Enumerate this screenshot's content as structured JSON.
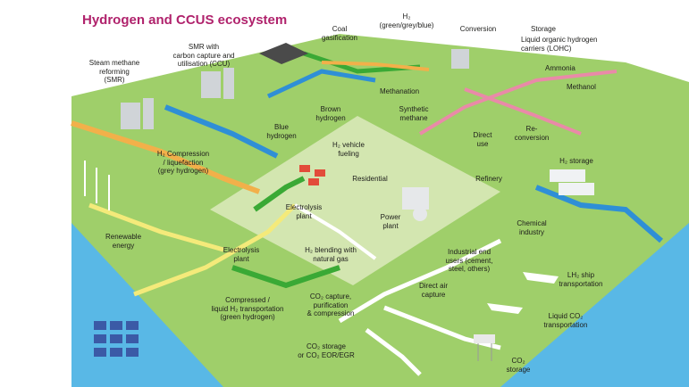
{
  "title": "Hydrogen and CCUS ecosystem",
  "colors": {
    "grass": "#9fcf6a",
    "platform": "#d8e8b8",
    "water": "#59b8e6",
    "grey_hydrogen": "#f2b04a",
    "blue_hydrogen": "#2f8fd6",
    "green_hydrogen": "#3aa935",
    "renewable": "#f4ea7a",
    "synthetic": "#e98aa8",
    "co2": "#ffffff",
    "title": "#b0226c"
  },
  "labels": {
    "smr": "Steam methane\nreforming\n(SMR)",
    "smr_ccu": "SMR with\ncarbon capture and\nutilisation (CCU)",
    "coal": "Coal\ngasification",
    "h2_types": "H₂\n(green/grey/blue)",
    "conversion": "Conversion",
    "storage": "Storage",
    "lohc": "Liquid organic hydrogen\ncarriers (LOHC)",
    "ammonia": "Ammonia",
    "methanol": "Methanol",
    "methanation": "Methanation",
    "brown": "Brown\nhydrogen",
    "blue": "Blue\nhydrogen",
    "synthetic_methane": "Synthetic\nmethane",
    "direct_use": "Direct\nuse",
    "reconversion": "Re-\nconversion",
    "compression": "H₂ Compression\n/ liquefaction\n(grey hydrogen)",
    "vehicle": "H₂ vehicle\nfueling",
    "residential": "Residential",
    "refinery": "Refinery",
    "h2_storage": "H₂ storage",
    "electrolysis_top": "Electrolysis\nplant",
    "power_plant": "Power\nplant",
    "chemical": "Chemical\nindustry",
    "renewable": "Renewable\nenergy",
    "electrolysis_bottom": "Electrolysis\nplant",
    "blending": "H₂ blending with\nnatural gas",
    "industrial": "Industrial end\nusers (cement,\nsteel, others)",
    "lh2_ship": "LH₂ ship\ntransportation",
    "dac": "Direct air\ncapture",
    "compressed": "Compressed /\nliquid H₂ transportation\n(green hydrogen)",
    "co2_capture": "CO₂ capture,\npurification\n& compression",
    "liquid_co2": "Liquid CO₂\ntransportation",
    "co2_storage": "CO₂ storage\nor CO₂ EOR/EGR",
    "co2_storage_offshore": "CO₂\nstorage"
  }
}
